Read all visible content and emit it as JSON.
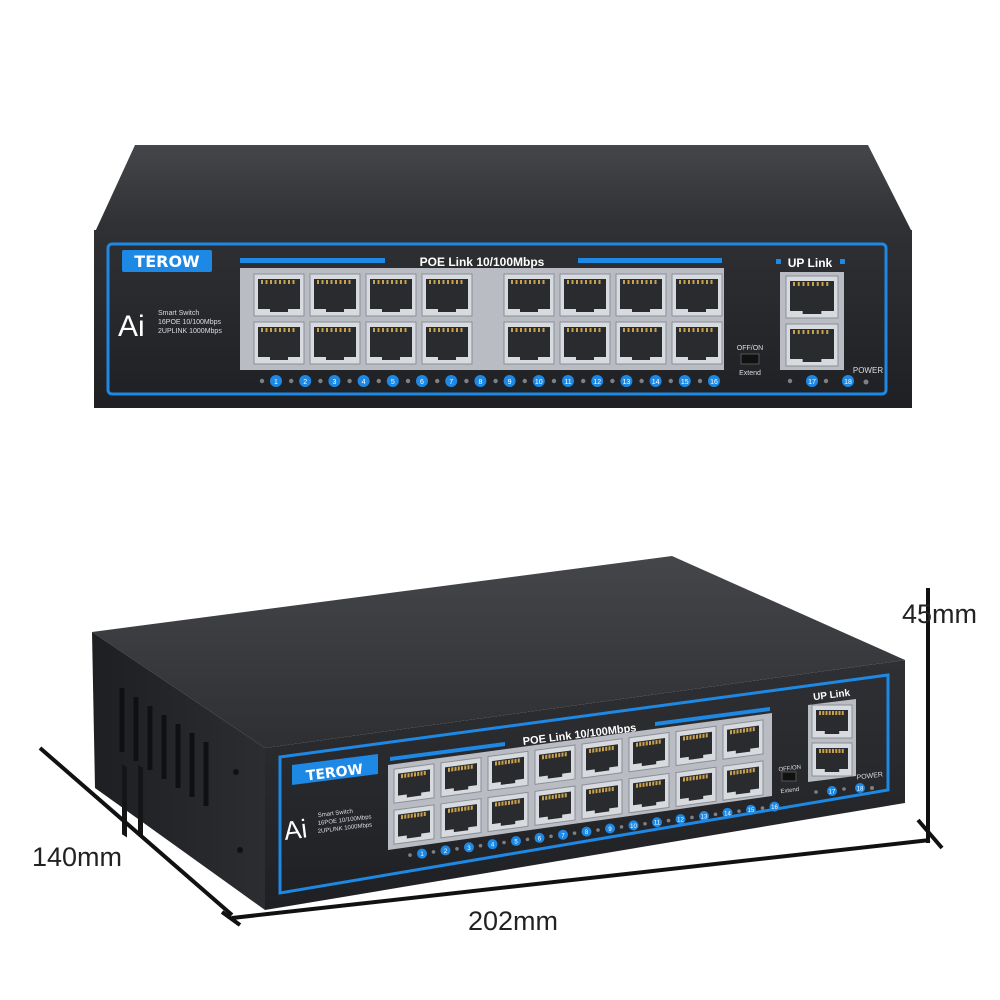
{
  "product": {
    "brand": "TEROW",
    "ai_mark": "Ai",
    "model_lines": [
      "Smart Switch",
      "16POE 10/100Mbps",
      "2UPLINK 1000Mbps"
    ],
    "poe_label": "POE Link 10/100Mbps",
    "uplink_label": "UP Link",
    "switch_top_label": "OFF/ON",
    "switch_bottom_label": "Extend",
    "power_label": "POWER",
    "port_numbers": [
      "1",
      "2",
      "3",
      "4",
      "5",
      "6",
      "7",
      "8",
      "9",
      "10",
      "11",
      "12",
      "13",
      "14",
      "15",
      "16"
    ],
    "uplink_numbers": [
      "17",
      "18"
    ]
  },
  "dimensions": {
    "height": "45mm",
    "depth": "140mm",
    "width": "202mm"
  },
  "colors": {
    "chassis": "#2d2e31",
    "chassis_top": "#3a3b3e",
    "accent_blue": "#1e88e5",
    "port_metal": "#c9ccd1",
    "port_hole": "#2a2b2e"
  }
}
